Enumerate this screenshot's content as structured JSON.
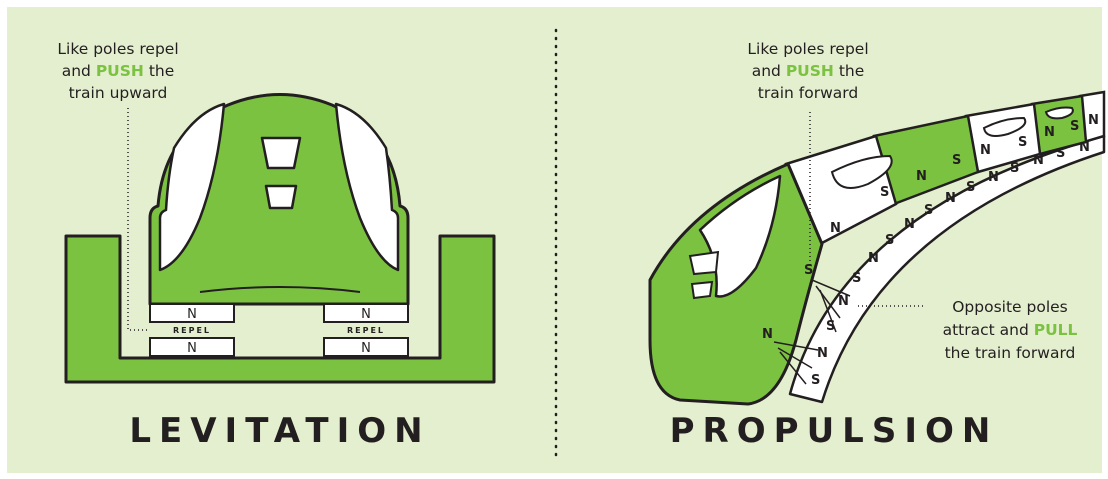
{
  "colors": {
    "background": "#e4efcf",
    "train_green": "#7cc241",
    "outline": "#231f20",
    "highlight": "#7cc241"
  },
  "levitation": {
    "callout": {
      "line1": "Like poles repel",
      "line2_pre": "and ",
      "line2_hl": "PUSH",
      "line2_post": " the",
      "line3": "train upward"
    },
    "magnet_label": "N",
    "repel_label": "REPEL",
    "title": "LEVITATION"
  },
  "propulsion": {
    "callout_push": {
      "line1": "Like poles repel",
      "line2_pre": "and ",
      "line2_hl": "PUSH",
      "line2_post": " the",
      "line3": "train forward"
    },
    "callout_pull": {
      "line1": "Opposite poles",
      "line2_pre": "attract and ",
      "line2_hl": "PULL",
      "line3": "the train forward"
    },
    "pole_n": "N",
    "pole_s": "S",
    "title": "PROPULSION"
  }
}
